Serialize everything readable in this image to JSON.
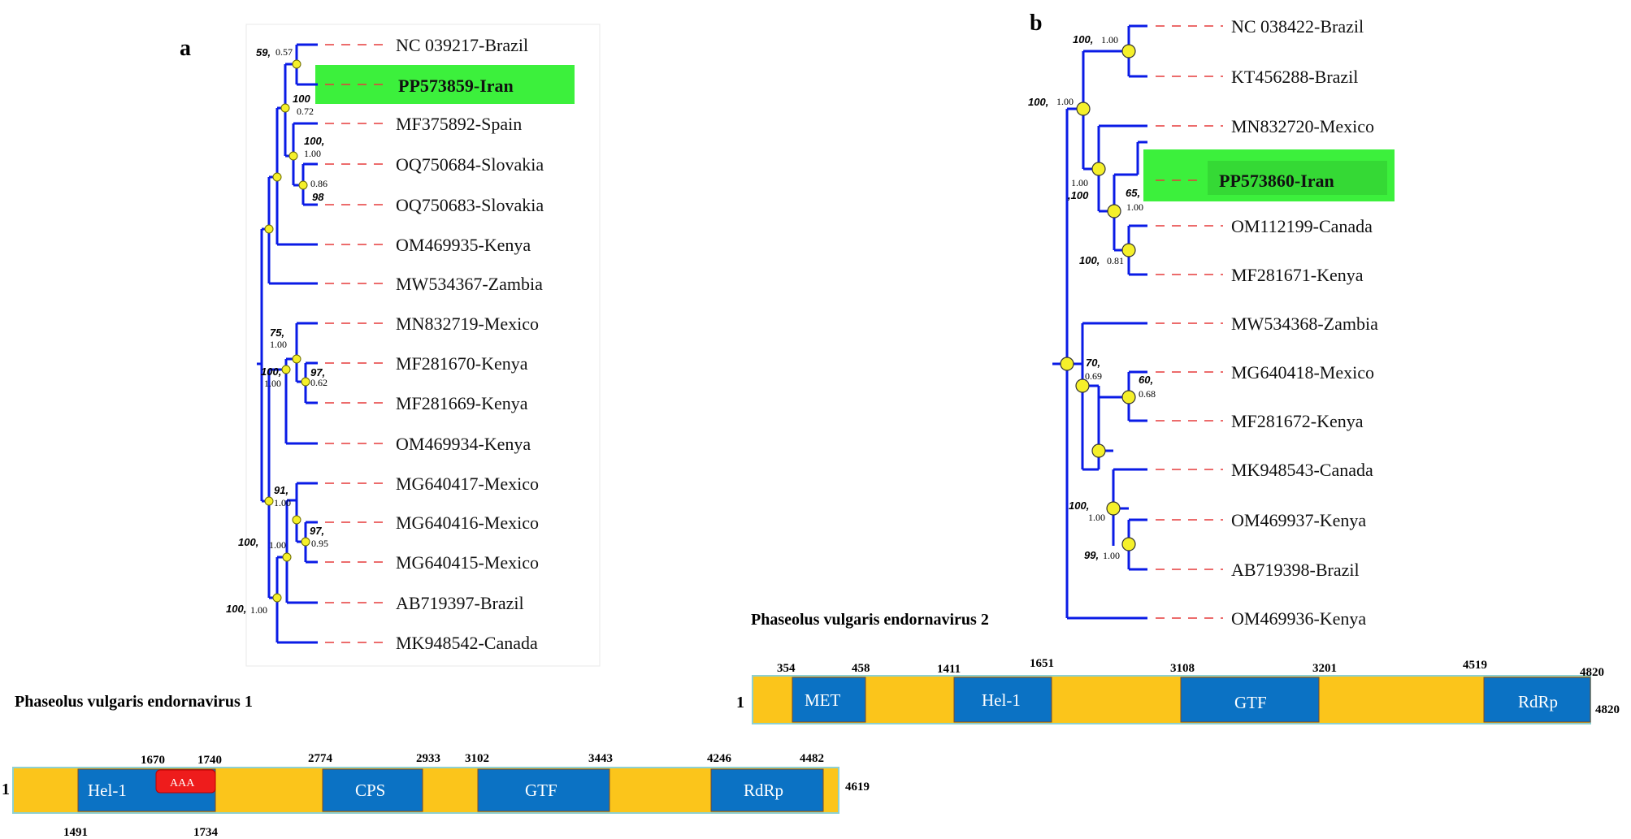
{
  "panel_a": {
    "letter": "a",
    "highlight": "PP573859-Iran",
    "taxa": [
      "NC 039217-Brazil",
      "PP573859-Iran",
      "MF375892-Spain",
      "OQ750684-Slovakia",
      "OQ750683-Slovakia",
      "OM469935-Kenya",
      "MW534367-Zambia",
      "MN832719-Mexico",
      "MF281670-Kenya",
      "MF281669-Kenya",
      "OM469934-Kenya",
      "MG640417-Mexico",
      "MG640416-Mexico",
      "MG640415-Mexico",
      "AB719397-Brazil",
      "MK948542-Canada"
    ],
    "support": [
      {
        "a": "59,",
        "b": "0.57"
      },
      {
        "a": "100",
        "b": "0.72"
      },
      {
        "a": "100,",
        "b": "1.00"
      },
      {
        "a": "",
        "b": "0.86"
      },
      {
        "a": "98",
        "b": ""
      },
      {
        "a": "75,",
        "b": "1.00"
      },
      {
        "a": "100,",
        "b": "1.00"
      },
      {
        "a": "97,",
        "b": "0.62"
      },
      {
        "a": "91,",
        "b": "1.00"
      },
      {
        "a": "97,",
        "b": "0.95"
      },
      {
        "a": "100,",
        "b": "1.00"
      },
      {
        "a": "100,",
        "b": "1.00"
      }
    ]
  },
  "panel_b": {
    "letter": "b",
    "highlight": "PP573860-Iran",
    "taxa": [
      "NC 038422-Brazil",
      "KT456288-Brazil",
      "MN832720-Mexico",
      "PP573860-Iran",
      "OM112199-Canada",
      "MF281671-Kenya",
      "MW534368-Zambia",
      "MG640418-Mexico",
      "MF281672-Kenya",
      "MK948543-Canada",
      "OM469937-Kenya",
      "AB719398-Brazil",
      "OM469936-Kenya"
    ],
    "support": [
      {
        "a": "100,",
        "b": "1.00"
      },
      {
        "a": "100,",
        "b": "1.00"
      },
      {
        "a": "1.00",
        "b": ""
      },
      {
        "a": ",100",
        "b": ""
      },
      {
        "a": "65,",
        "b": "1.00"
      },
      {
        "a": "100,",
        "b": "0.81"
      },
      {
        "a": "70,",
        "b": "0.69"
      },
      {
        "a": "60,",
        "b": "0.68"
      },
      {
        "a": "100,",
        "b": "1.00"
      },
      {
        "a": "99,",
        "b": "1.00"
      }
    ]
  },
  "genome1": {
    "title": "Phaseolus vulgaris  endornavirus  1",
    "start": "1",
    "end": "4619",
    "domains": [
      {
        "name": "Hel-1",
        "start": "1491",
        "end": "1734"
      },
      {
        "name": "CPS",
        "start": "2774",
        "end": "2933"
      },
      {
        "name": "GTF",
        "start": "3102",
        "end": "3443"
      },
      {
        "name": "RdRp",
        "start": "4246",
        "end": "4482"
      }
    ],
    "subdomain": {
      "name": "AAA",
      "start": "1670",
      "end": "1740"
    }
  },
  "genome2": {
    "title": "Phaseolus vulgaris  endornavirus  2",
    "start": "1",
    "end": "4820",
    "domains": [
      {
        "name": "MET",
        "start": "354",
        "end": "458"
      },
      {
        "name": "Hel-1",
        "start": "1411",
        "end": "1651"
      },
      {
        "name": "GTF",
        "start": "3108",
        "end": "3201"
      },
      {
        "name": "RdRp",
        "start": "4519",
        "end": "4820"
      }
    ]
  },
  "colors": {
    "branch": "#0a1be6",
    "node": "#f5f02a",
    "highlight": "#3cf03c",
    "genome": "#fbc51b",
    "domain": "#0b72c4",
    "aaa": "#ee1c1c",
    "dash": "#e63b3b"
  }
}
